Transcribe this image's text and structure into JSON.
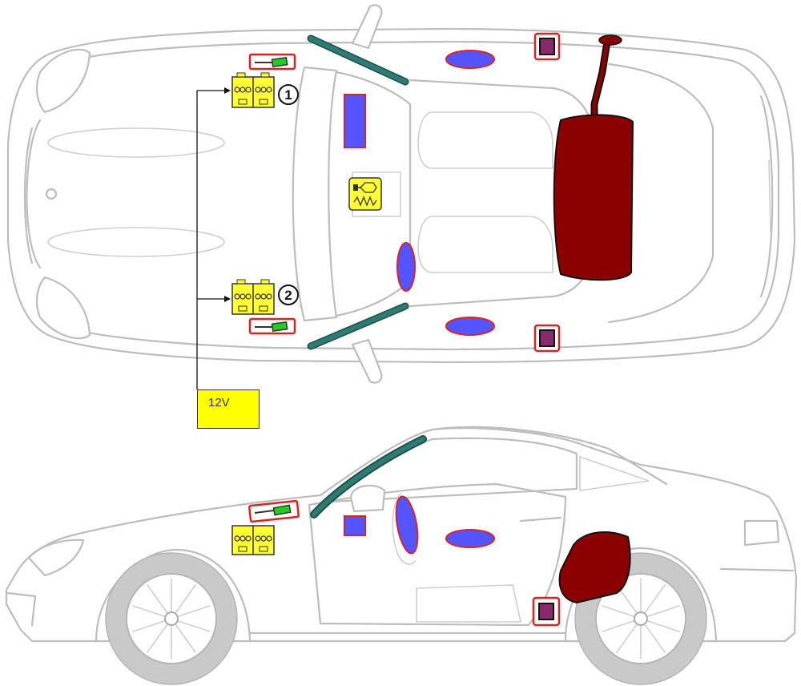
{
  "labels": {
    "voltage_box": "12V",
    "battery_1": "1",
    "battery_2": "2"
  },
  "colors": {
    "battery": "#ffff33",
    "airbag": "#5555ff",
    "fuel_tank": "#8b0000",
    "window_airbag": "#2e7b72",
    "pretensioner": "#8b2a6b",
    "cable_green": "#22cc22",
    "highlight_border": "#dd2222",
    "car_outline": "#bdbdbd",
    "label_yellow": "#ffff00"
  },
  "legend_icons": {
    "control_unit": "airbag-control-unit-icon",
    "battery": "battery-icon",
    "high_voltage_cable": "cable-icon"
  }
}
